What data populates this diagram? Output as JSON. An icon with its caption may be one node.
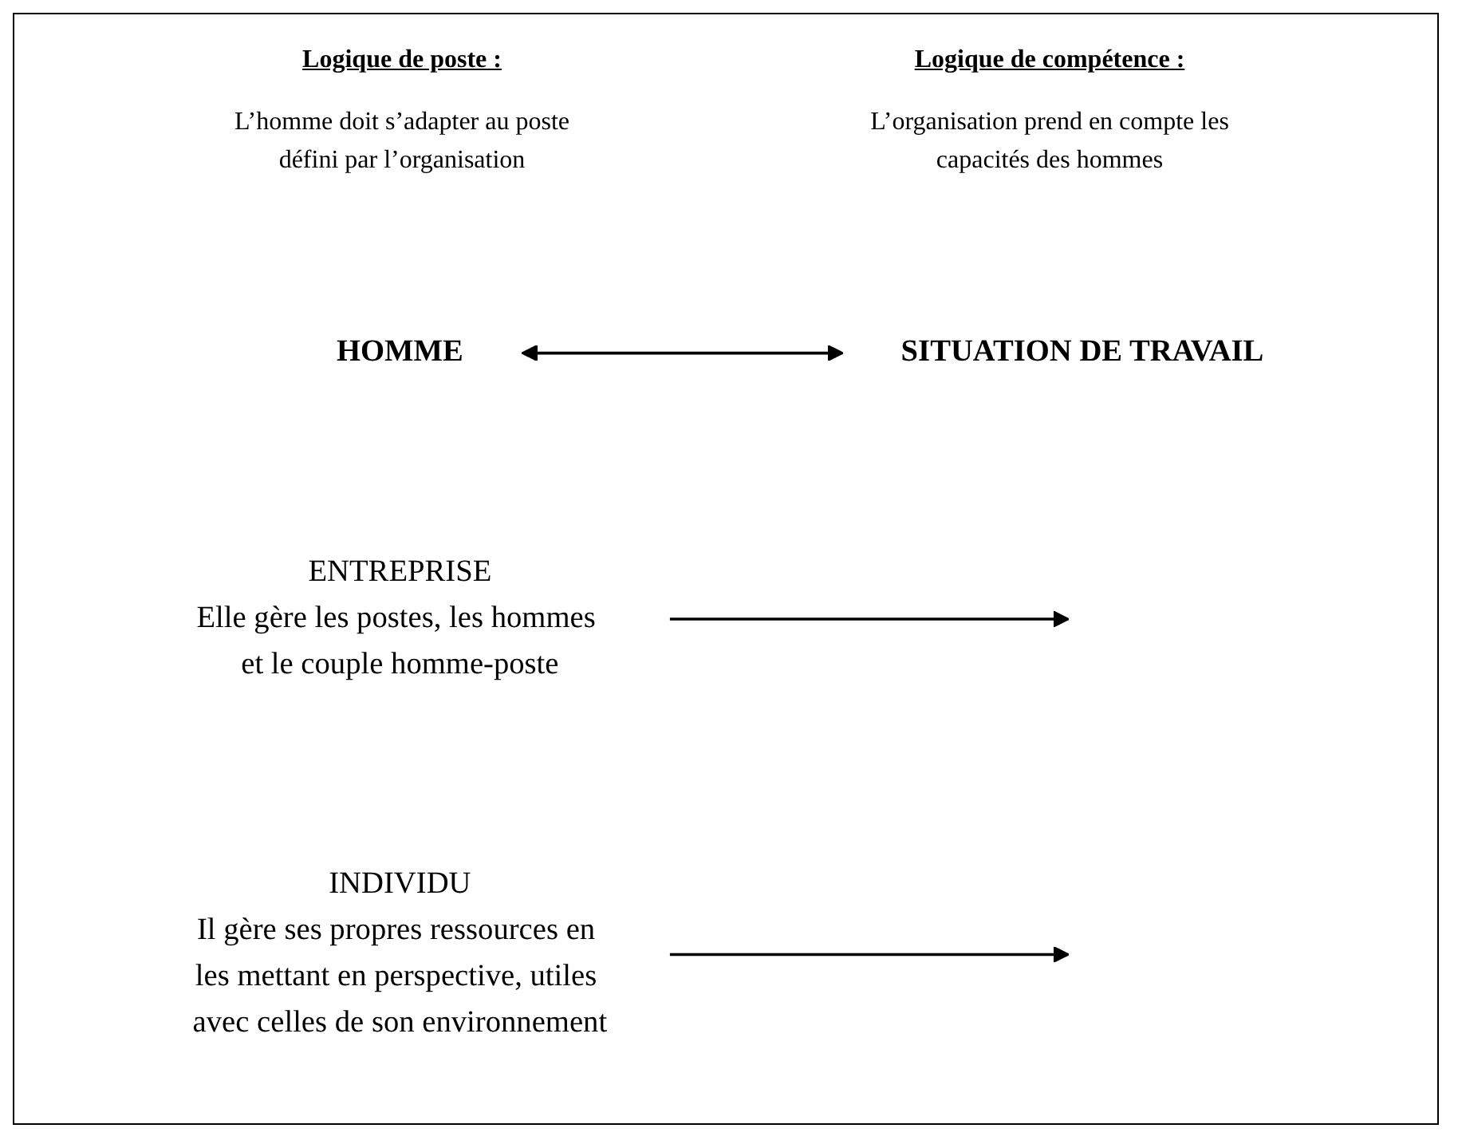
{
  "diagram": {
    "nodes": [
      {
        "text": [
          "HOMME"
        ]
      },
      {
        "text": [
          "SITUATION DE TRAVAIL"
        ]
      },
      {
        "text": [
          "ENTREPRISE",
          "Elle gère les postes, les hommes et le couple homme-poste"
        ]
      },
      {
        "text": [
          "INDIVIDU",
          "Il gère ses propres ressources en les mettant en perspective, utiles avec celles de son environnement"
        ]
      }
    ],
    "edges": [
      {
        "from": 0,
        "to": 1,
        "arrow": "both"
      },
      {
        "from": 2,
        "to": null,
        "arrow": "to"
      },
      {
        "from": 3,
        "to": null,
        "arrow": "to"
      }
    ],
    "labels": [
      "Logique de poste :",
      "Logique de compétence :",
      "L’homme doit s’adapter au poste défini par l’organisation",
      "L’organisation prend en compte les capacités des hommes"
    ]
  }
}
